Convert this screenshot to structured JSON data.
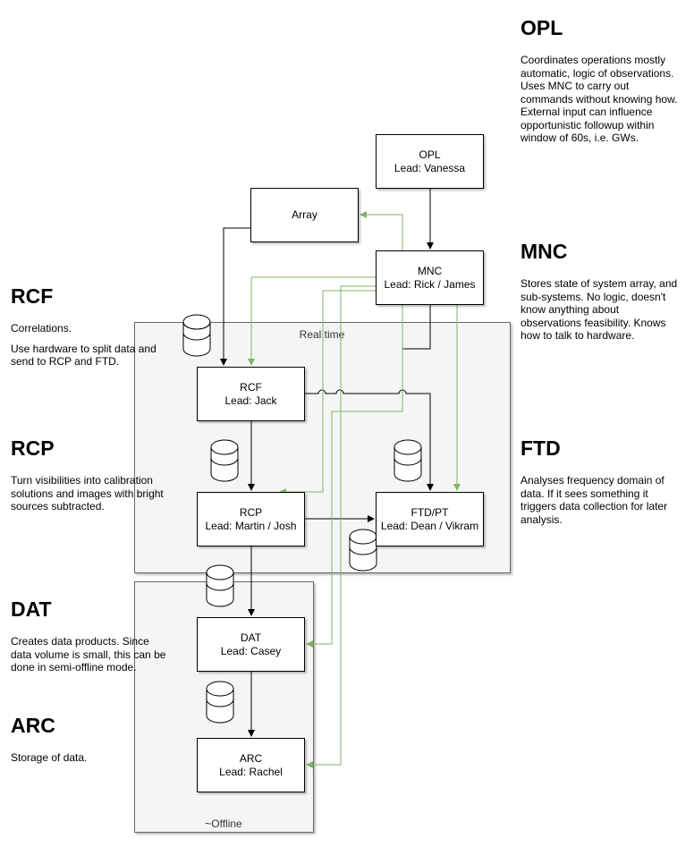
{
  "regions": {
    "realtime": "Real time",
    "offline": "~Offline"
  },
  "nodes": {
    "opl": {
      "title": "OPL",
      "lead": "Lead: Vanessa"
    },
    "array": {
      "title": "Array"
    },
    "mnc": {
      "title": "MNC",
      "lead": "Lead: Rick / James"
    },
    "rcf": {
      "title": "RCF",
      "lead": "Lead: Jack"
    },
    "rcp": {
      "title": "RCP",
      "lead": "Lead: Martin / Josh"
    },
    "ftd": {
      "title": "FTD/PT",
      "lead": "Lead: Dean / Vikram"
    },
    "dat": {
      "title": "DAT",
      "lead": "Lead: Casey"
    },
    "arc": {
      "title": "ARC",
      "lead": "Lead: Rachel"
    }
  },
  "sections": {
    "opl": {
      "heading": "OPL",
      "paragraphs": [
        "Coordinates operations mostly automatic, logic of observations. Uses MNC to carry out commands without knowing how. External input can influence opportunistic followup within window of 60s, i.e. GWs."
      ]
    },
    "mnc": {
      "heading": "MNC",
      "paragraphs": [
        "Stores state of system array, and sub-systems. No logic, doesn't know anything about observations feasibility. Knows how to talk to hardware."
      ]
    },
    "rcf": {
      "heading": "RCF",
      "paragraphs": [
        "Correlations.",
        "Use hardware to split data and send to RCP and FTD."
      ]
    },
    "rcp": {
      "heading": "RCP",
      "paragraphs": [
        "Turn visibilities into calibration solutions and images with bright sources subtracted."
      ]
    },
    "ftd": {
      "heading": "FTD",
      "paragraphs": [
        "Analyses frequency domain of data. If it sees something it triggers data collection for later analysis."
      ]
    },
    "dat": {
      "heading": "DAT",
      "paragraphs": [
        "Creates data products. Since data volume is small, this can be done in semi-offline mode."
      ]
    },
    "arc": {
      "heading": "ARC",
      "paragraphs": [
        "Storage of data."
      ]
    }
  },
  "colors": {
    "control_edge": "#82b366",
    "data_edge": "#000000",
    "region_fill": "#f5f5f5"
  },
  "icons": [
    "database-icon"
  ]
}
